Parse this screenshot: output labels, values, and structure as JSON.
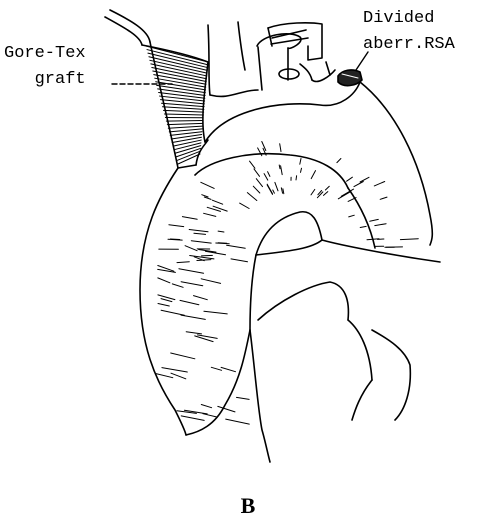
{
  "labels": {
    "graft_line1": "Gore-Tex",
    "graft_line2": "graft",
    "rsa_line1": "Divided",
    "rsa_line2": "aberr.RSA"
  },
  "panel_letter": "B",
  "colors": {
    "ink": "#000000",
    "background": "#ffffff"
  }
}
